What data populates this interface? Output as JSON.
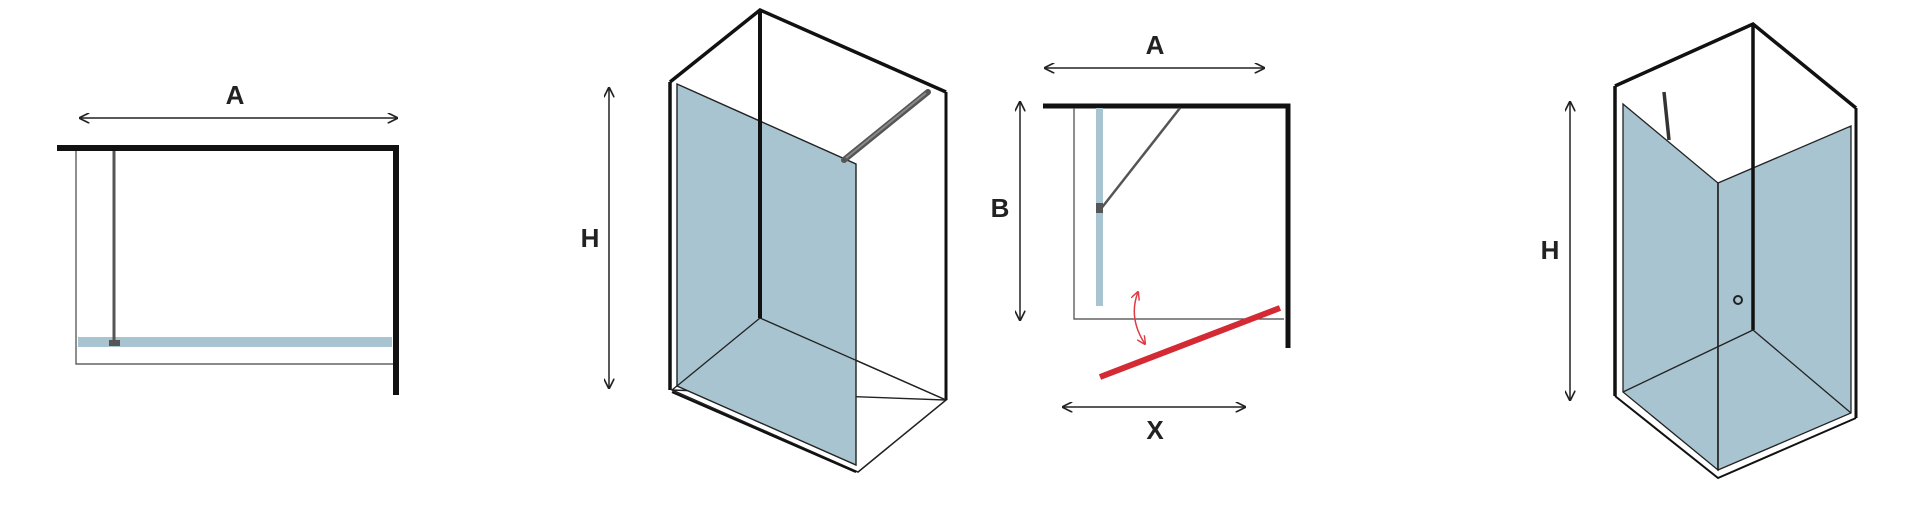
{
  "colors": {
    "frame": "#111111",
    "glass": "#a8c4d0",
    "glass_edge": "#222222",
    "bar": "#555555",
    "swing": "#d42a33",
    "swing_arrow": "#e03a45",
    "arrow": "#222222"
  },
  "labels": {
    "plan1_width": "A",
    "view1_height": "H",
    "plan2_width": "A",
    "plan2_depth": "B",
    "plan2_opening": "X",
    "view2_height": "H"
  }
}
